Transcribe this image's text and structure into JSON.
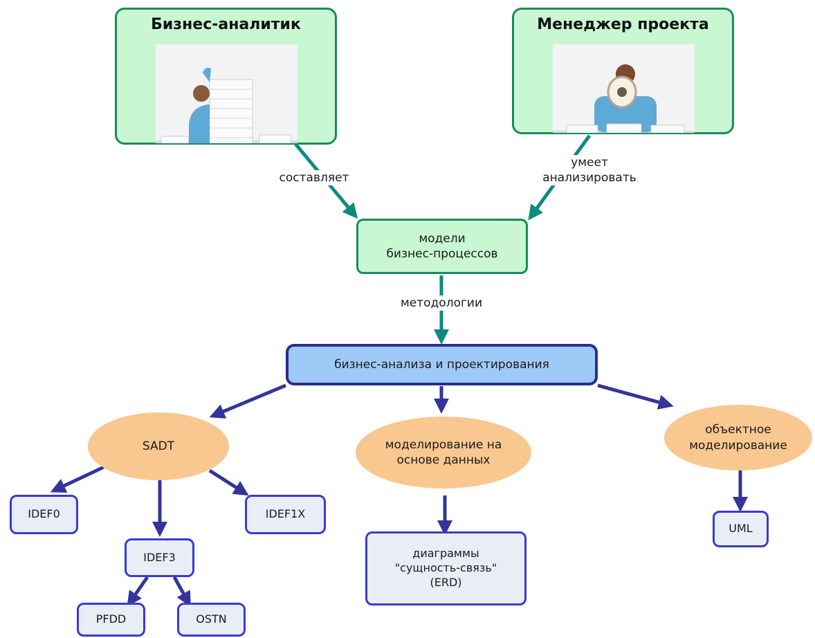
{
  "roles": {
    "analyst": {
      "title": "Бизнес-аналитик",
      "image": "woman-with-paper-stacks"
    },
    "manager": {
      "title": "Менеджер проекта",
      "image": "woman-with-megaphone"
    }
  },
  "nodes": {
    "models": "модели\nбизнес-процессов",
    "methods": "бизнес-анализа и проектирования",
    "sadt": "SADT",
    "data_modeling": "моделирование на\nоснове данных",
    "object_modeling": "объектное\nмоделирование",
    "idef0": "IDEF0",
    "idef1x": "IDEF1X",
    "idef3": "IDEF3",
    "pfdd": "PFDD",
    "ostn": "OSTN",
    "erd": "диаграммы\n\"сущность-связь\"\n(ERD)",
    "uml": "UML"
  },
  "edge_labels": {
    "composes": "составляет",
    "can_analyze": "умеет\nанализировать",
    "methodologies": "методологии"
  },
  "colors": {
    "teal_arrow": "#0f8a80",
    "blue_arrow": "#34349a",
    "role_fill": "#c8f7d2",
    "role_border": "#1b8a5e",
    "method_fill": "#9ecaf7",
    "oval_fill": "#f8c890",
    "leaf_fill": "#e9eef6",
    "leaf_border": "#3a39d6"
  }
}
